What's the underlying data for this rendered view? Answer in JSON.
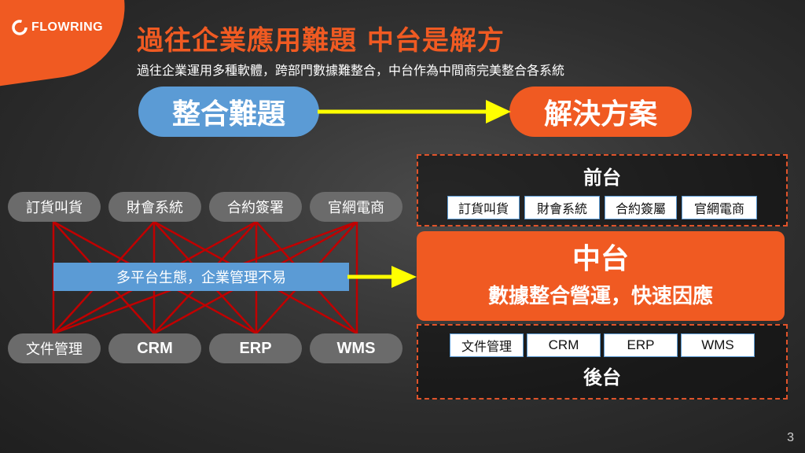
{
  "logo": {
    "text": "FLOWRING"
  },
  "title": "過往企業應用難題 中台是解方",
  "subtitle": "過往企業運用多種軟體，跨部門數據難整合，中台作為中間商完美整合各系統",
  "problem_pill": "整合難題",
  "solution_pill": "解決方案",
  "left_diagram": {
    "top_items": [
      "訂貨叫貨",
      "財會系統",
      "合約簽署",
      "官網電商"
    ],
    "bottom_items": [
      "文件管理",
      "CRM",
      "ERP",
      "WMS"
    ],
    "ecosystem_label": "多平台生態，企業管理不易"
  },
  "front_office": {
    "label": "前台",
    "cells": [
      "訂貨叫貨",
      "財會系統",
      "合約簽屬",
      "官網電商"
    ]
  },
  "middle_office": {
    "title": "中台",
    "subtitle": "數據整合營運，快速因應"
  },
  "back_office": {
    "label": "後台",
    "cells": [
      "文件管理",
      "CRM",
      "ERP",
      "WMS"
    ]
  },
  "page_number": "3",
  "colors": {
    "accent_orange": "#f05a22",
    "accent_blue": "#5b9bd5",
    "arrow_yellow": "#ffff00",
    "line_red": "#c00000",
    "pill_grey": "#6b6b6b"
  }
}
